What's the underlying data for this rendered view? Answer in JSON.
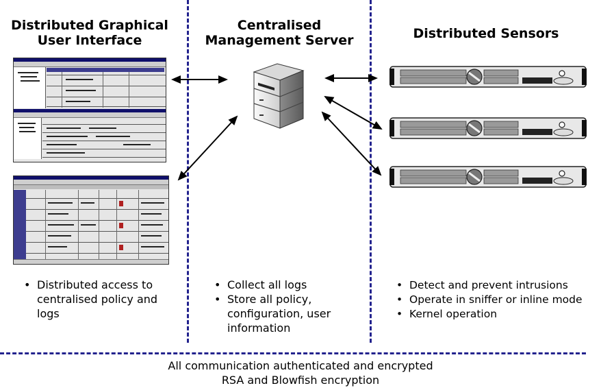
{
  "columns": {
    "gui": {
      "heading_line1": "Distributed Graphical",
      "heading_line2": "User Interface",
      "bullets": [
        "Distributed access to centralised policy and logs"
      ]
    },
    "server": {
      "heading_line1": "Centralised",
      "heading_line2": "Management Server",
      "bullets": [
        "Collect all logs",
        "Store all policy, configuration, user information"
      ]
    },
    "sensors": {
      "heading": "Distributed Sensors",
      "bullets": [
        "Detect and prevent intrusions",
        "Operate in sniffer or inline mode",
        "Kernel operation"
      ]
    }
  },
  "footer": {
    "line1": "All communication authenticated and encrypted",
    "line2": "RSA and Blowfish encryption"
  },
  "icons": [
    "gui-screenshot-icon",
    "server-tower-icon",
    "sensor-appliance-icon",
    "bidirectional-arrow-icon"
  ],
  "colors": {
    "divider": "#23238e",
    "screenshot_titlebar": "#10106b"
  }
}
